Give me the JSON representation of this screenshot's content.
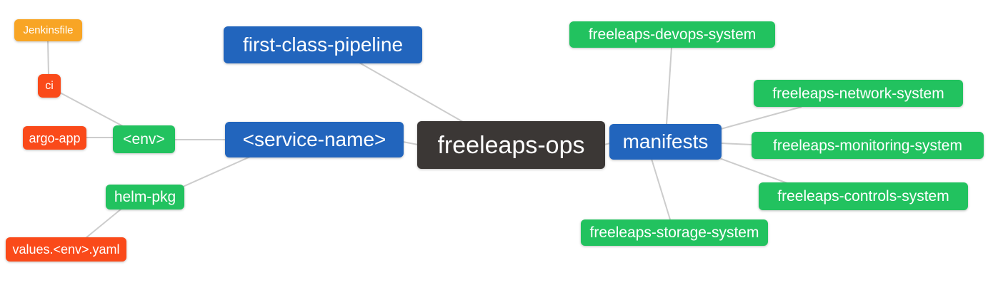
{
  "palette": {
    "orange": "#F8A525",
    "red": "#FA4A1A",
    "green": "#22C25F",
    "blue": "#2265BD",
    "dark": "#3B3735",
    "edge_line": "#CCCCCC",
    "node_text": "#FFFFFF",
    "background": "#FFFFFF"
  },
  "nodes": {
    "jenkinsfile": {
      "label": "Jenkinsfile",
      "color": "#F8A525"
    },
    "ci": {
      "label": "ci",
      "color": "#FA4A1A"
    },
    "argo_app": {
      "label": "argo-app",
      "color": "#FA4A1A"
    },
    "env": {
      "label": "<env>",
      "color": "#22C25F"
    },
    "helm_pkg": {
      "label": "helm-pkg",
      "color": "#22C25F"
    },
    "values_env_yaml": {
      "label": "values.<env>.yaml",
      "color": "#FA4A1A"
    },
    "first_class_pipeline": {
      "label": "first-class-pipeline",
      "color": "#2265BD"
    },
    "service_name": {
      "label": "<service-name>",
      "color": "#2265BD"
    },
    "freeleaps_ops": {
      "label": "freeleaps-ops",
      "color": "#3B3735"
    },
    "manifests": {
      "label": "manifests",
      "color": "#2265BD"
    },
    "devops_system": {
      "label": "freeleaps-devops-system",
      "color": "#22C25F"
    },
    "network_system": {
      "label": "freeleaps-network-system",
      "color": "#22C25F"
    },
    "monitoring_system": {
      "label": "freeleaps-monitoring-system",
      "color": "#22C25F"
    },
    "controls_system": {
      "label": "freeleaps-controls-system",
      "color": "#22C25F"
    },
    "storage_system": {
      "label": "freeleaps-storage-system",
      "color": "#22C25F"
    }
  },
  "edges": [
    {
      "from": "jenkinsfile",
      "to": "ci"
    },
    {
      "from": "ci",
      "to": "env"
    },
    {
      "from": "argo_app",
      "to": "env"
    },
    {
      "from": "env",
      "to": "service_name"
    },
    {
      "from": "service_name",
      "to": "helm_pkg"
    },
    {
      "from": "helm_pkg",
      "to": "values_env_yaml"
    },
    {
      "from": "first_class_pipeline",
      "to": "freeleaps_ops"
    },
    {
      "from": "service_name",
      "to": "freeleaps_ops"
    },
    {
      "from": "freeleaps_ops",
      "to": "manifests"
    },
    {
      "from": "manifests",
      "to": "devops_system"
    },
    {
      "from": "manifests",
      "to": "network_system"
    },
    {
      "from": "manifests",
      "to": "monitoring_system"
    },
    {
      "from": "manifests",
      "to": "controls_system"
    },
    {
      "from": "manifests",
      "to": "storage_system"
    }
  ]
}
